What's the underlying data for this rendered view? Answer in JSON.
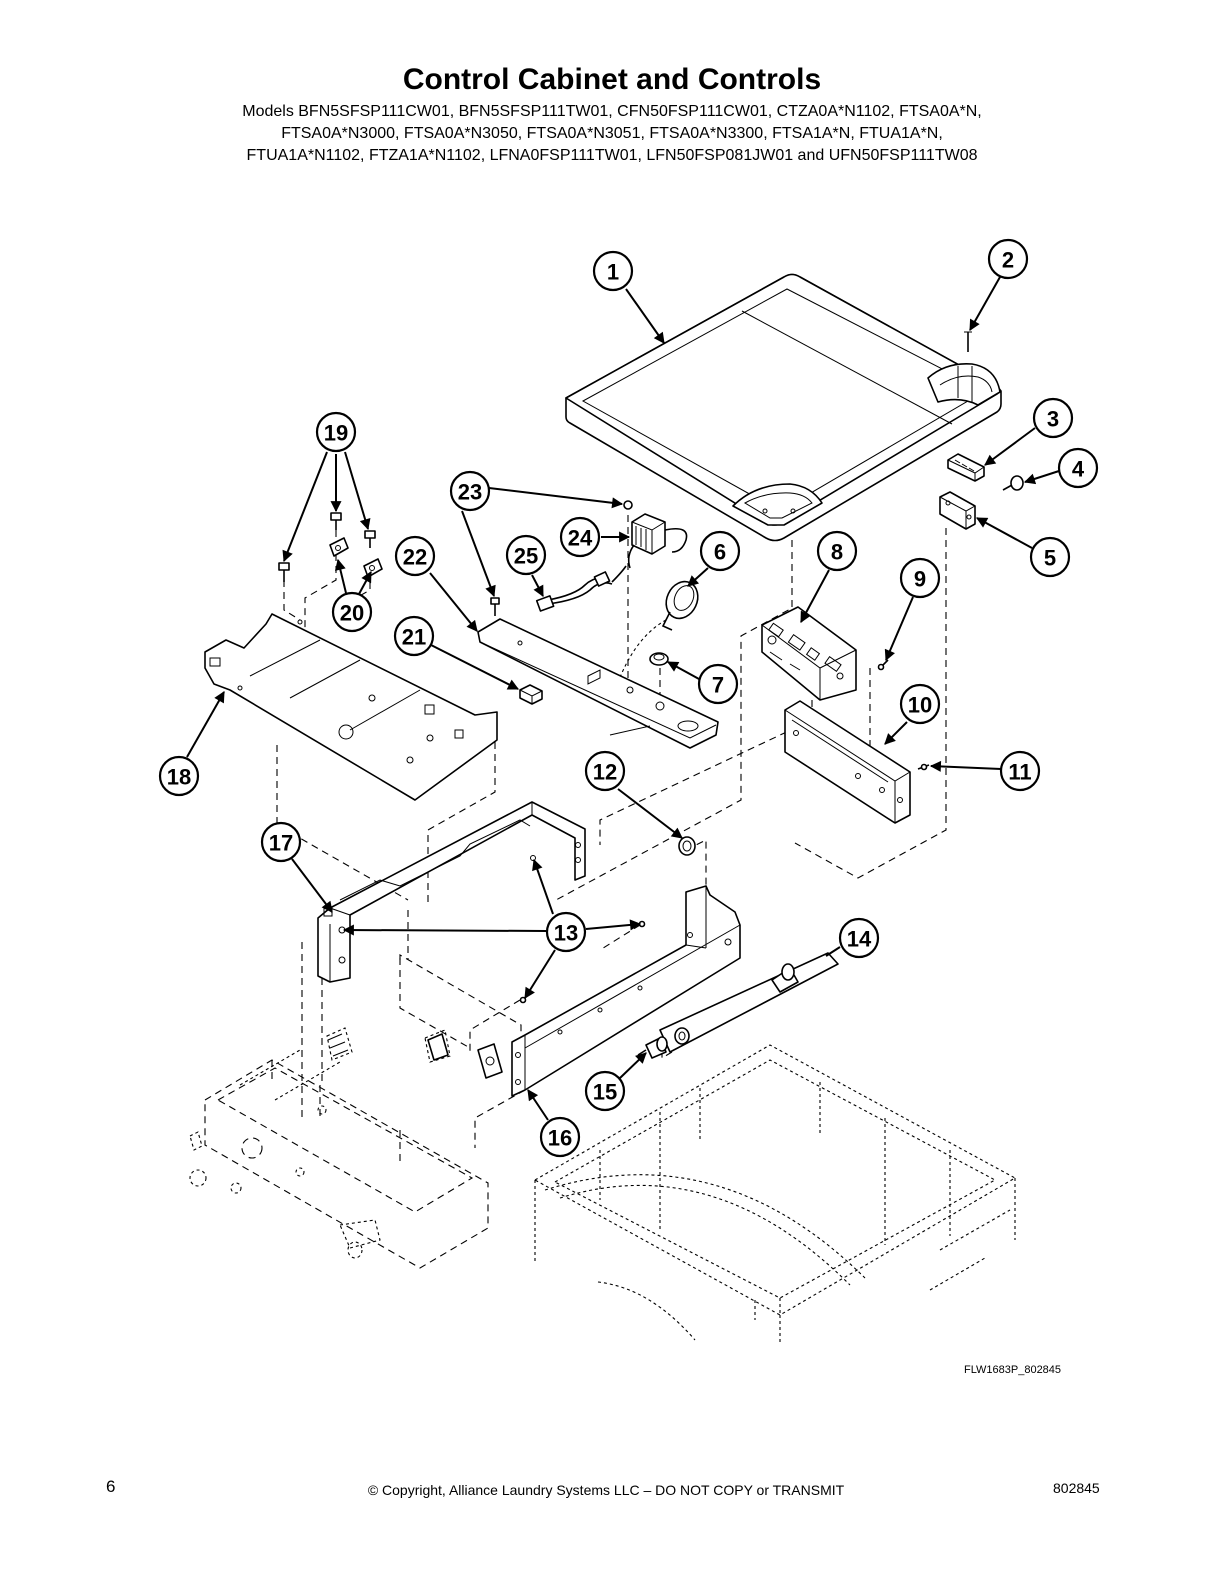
{
  "header": {
    "title": "Control Cabinet and Controls",
    "models": [
      "Models BFN5SFSP111CW01, BFN5SFSP111TW01, CFN50FSP111CW01, CTZA0A*N1102, FTSA0A*N,",
      "FTSA0A*N3000, FTSA0A*N3050, FTSA0A*N3051, FTSA0A*N3300, FTSA1A*N, FTUA1A*N,",
      "FTUA1A*N1102, FTZA1A*N1102, LFNA0FSP111TW01, LFN50FSP081JW01 and UFN50FSP111TW08"
    ]
  },
  "diagram": {
    "callouts": [
      "1",
      "2",
      "3",
      "4",
      "5",
      "6",
      "7",
      "8",
      "9",
      "10",
      "11",
      "12",
      "13",
      "14",
      "15",
      "16",
      "17",
      "18",
      "19",
      "20",
      "21",
      "22",
      "23",
      "24",
      "25"
    ],
    "drawing_id": "FLW1683P_802845"
  },
  "footer": {
    "page_number": "6",
    "copyright": "© Copyright, Alliance Laundry Systems LLC – DO NOT COPY or TRANSMIT",
    "doc_number": "802845"
  }
}
